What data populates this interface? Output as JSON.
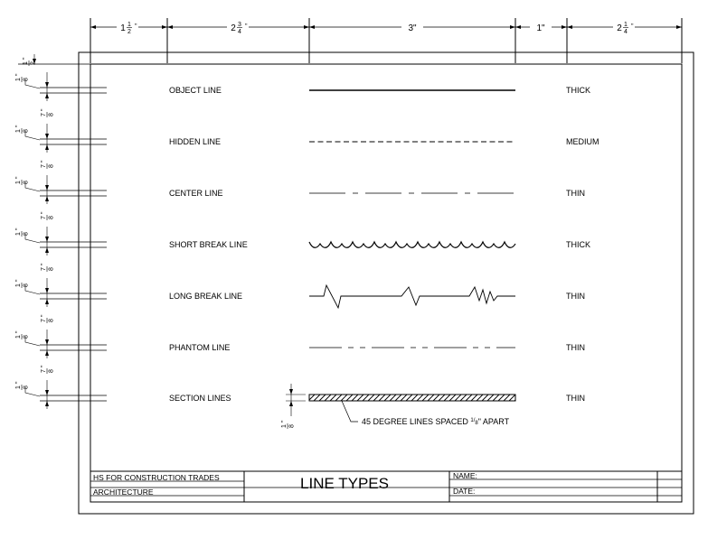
{
  "top_dimensions": [
    {
      "whole": "1",
      "num": "1",
      "den": "2"
    },
    {
      "whole": "2",
      "num": "3",
      "den": "4"
    },
    {
      "text": "3\""
    },
    {
      "text": "1\""
    },
    {
      "whole": "2",
      "num": "1",
      "den": "4"
    }
  ],
  "side_dimensions": {
    "top": {
      "num": "1",
      "den": "2"
    },
    "eighth": {
      "num": "1",
      "den": "8"
    },
    "seven_eighths": {
      "num": "7",
      "den": "8"
    }
  },
  "line_types": [
    {
      "name": "OBJECT LINE",
      "weight": "THICK",
      "style": "solid"
    },
    {
      "name": "HIDDEN LINE",
      "weight": "MEDIUM",
      "style": "hidden"
    },
    {
      "name": "CENTER LINE",
      "weight": "THIN",
      "style": "center"
    },
    {
      "name": "SHORT BREAK LINE",
      "weight": "THICK",
      "style": "short-break"
    },
    {
      "name": "LONG BREAK LINE",
      "weight": "THIN",
      "style": "long-break"
    },
    {
      "name": "PHANTOM LINE",
      "weight": "THIN",
      "style": "phantom"
    },
    {
      "name": "SECTION LINES",
      "weight": "THIN",
      "style": "section"
    }
  ],
  "section_note": {
    "before": "45 DEGREE LINES SPACED",
    "num": "1",
    "den": "8",
    "after": "\" APART"
  },
  "section_dim": {
    "num": "1",
    "den": "8"
  },
  "title_block": {
    "school": "HS FOR CONSTRUCTION TRADES",
    "subject": "ARCHITECTURE",
    "title": "LINE TYPES",
    "name_label": "NAME:",
    "date_label": "DATE:"
  }
}
